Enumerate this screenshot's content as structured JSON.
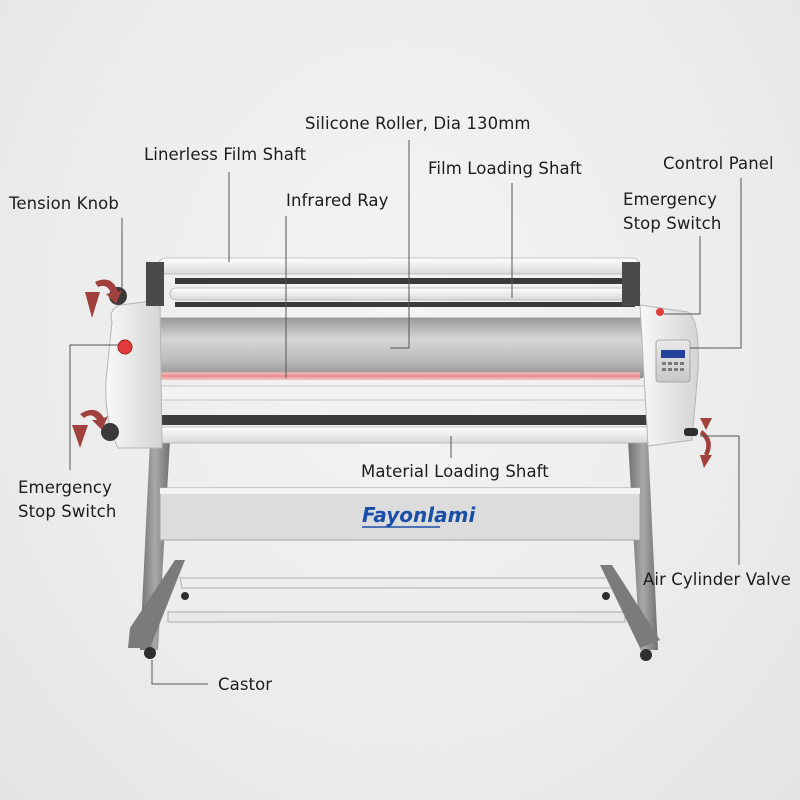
{
  "labels": {
    "silicone_roller": "Silicone Roller, Dia 130mm",
    "linerless_film_shaft": "Linerless Film Shaft",
    "film_loading_shaft": "Film Loading Shaft",
    "control_panel": "Control Panel",
    "tension_knob": "Tension Knob",
    "infrared_ray": "Infrared Ray",
    "emergency_stop_right": [
      "Emergency",
      "Stop Switch"
    ],
    "emergency_stop_left": [
      "Emergency",
      "Stop Switch"
    ],
    "material_loading_shaft": "Material Loading Shaft",
    "air_cylinder_valve": "Air Cylinder Valve",
    "castor": "Castor"
  },
  "logo": {
    "text": "Fayonlami",
    "color": "#1a4fa8"
  },
  "colors": {
    "frame": "#8a8a8a",
    "roller": "#c9c9c9",
    "infrared": "#f0a0a0",
    "arrow": "#a0413d",
    "knob_button": "#e23b3b",
    "leader_line": "#555555"
  }
}
